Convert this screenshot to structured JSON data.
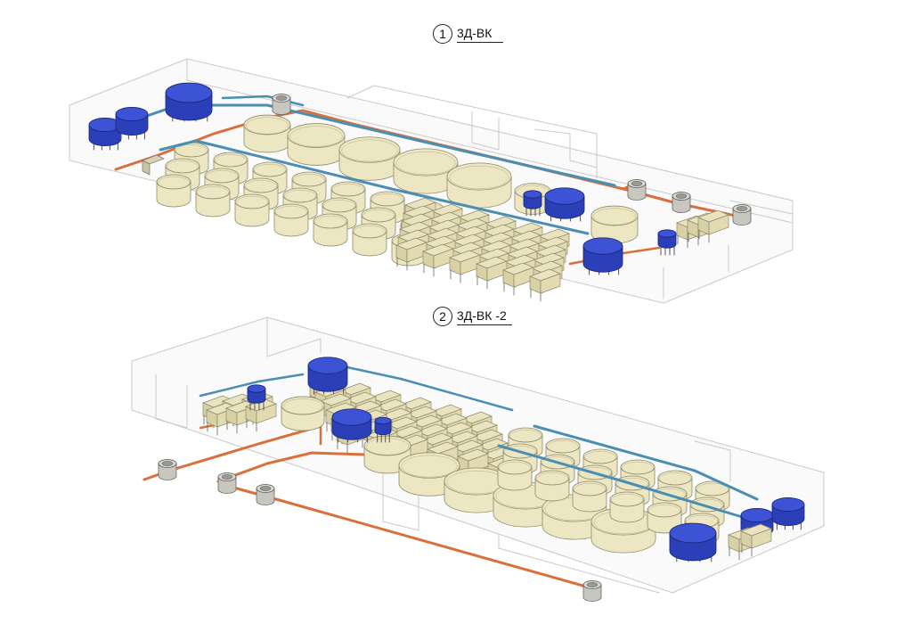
{
  "views": [
    {
      "number": "1",
      "title": "3Д-ВК"
    },
    {
      "number": "2",
      "title": "3Д-ВК -2"
    }
  ],
  "colors": {
    "background": "#ffffff",
    "walls": "#c9c9c9",
    "tank_fill": "#ece6c2",
    "tank_stroke": "#8f8a6a",
    "blue_tank": "#2a3fb8",
    "water_pipe": "#4a8fb3",
    "sewer_pipe": "#d9703c",
    "well": "#c7c7c0"
  }
}
